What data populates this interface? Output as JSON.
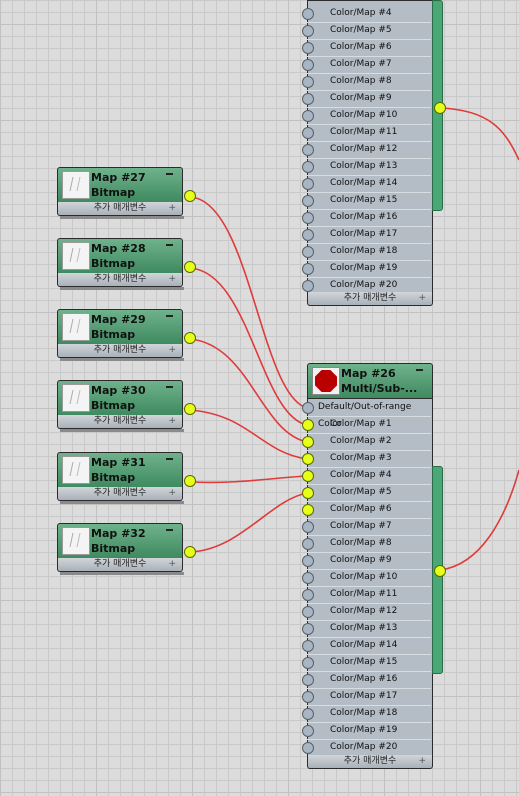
{
  "colors": {
    "node_header": "#4f9c70",
    "node_body": "#b4bcc5",
    "socket_active": "#e8ff1a",
    "wire": "#e03a3a",
    "background": "#dcdcdc"
  },
  "bitmap_nodes": [
    {
      "title": "Map #27",
      "type": "Bitmap",
      "footer": "추가 매개변수"
    },
    {
      "title": "Map #28",
      "type": "Bitmap",
      "footer": "추가 매개변수"
    },
    {
      "title": "Map #29",
      "type": "Bitmap",
      "footer": "추가 매개변수"
    },
    {
      "title": "Map #30",
      "type": "Bitmap",
      "footer": "추가 매개변수"
    },
    {
      "title": "Map #31",
      "type": "Bitmap",
      "footer": "추가 매개변수"
    },
    {
      "title": "Map #32",
      "type": "Bitmap",
      "footer": "추가 매개변수"
    }
  ],
  "top_multi_node": {
    "slots": [
      "Color/Map #4",
      "Color/Map #5",
      "Color/Map #6",
      "Color/Map #7",
      "Color/Map #8",
      "Color/Map #9",
      "Color/Map #10",
      "Color/Map #11",
      "Color/Map #12",
      "Color/Map #13",
      "Color/Map #14",
      "Color/Map #15",
      "Color/Map #16",
      "Color/Map #17",
      "Color/Map #18",
      "Color/Map #19",
      "Color/Map #20"
    ],
    "footer": "추가 매개변수"
  },
  "main_multi_node": {
    "title": "Map #26",
    "type": "Multi/Sub-...",
    "default_slot": "Default/Out-of-range Color",
    "slots": [
      "Color/Map #1",
      "Color/Map #2",
      "Color/Map #3",
      "Color/Map #4",
      "Color/Map #5",
      "Color/Map #6",
      "Color/Map #7",
      "Color/Map #8",
      "Color/Map #9",
      "Color/Map #10",
      "Color/Map #11",
      "Color/Map #12",
      "Color/Map #13",
      "Color/Map #14",
      "Color/Map #15",
      "Color/Map #16",
      "Color/Map #17",
      "Color/Map #18",
      "Color/Map #19",
      "Color/Map #20"
    ],
    "connected_slots": 6,
    "footer": "추가 매개변수"
  }
}
